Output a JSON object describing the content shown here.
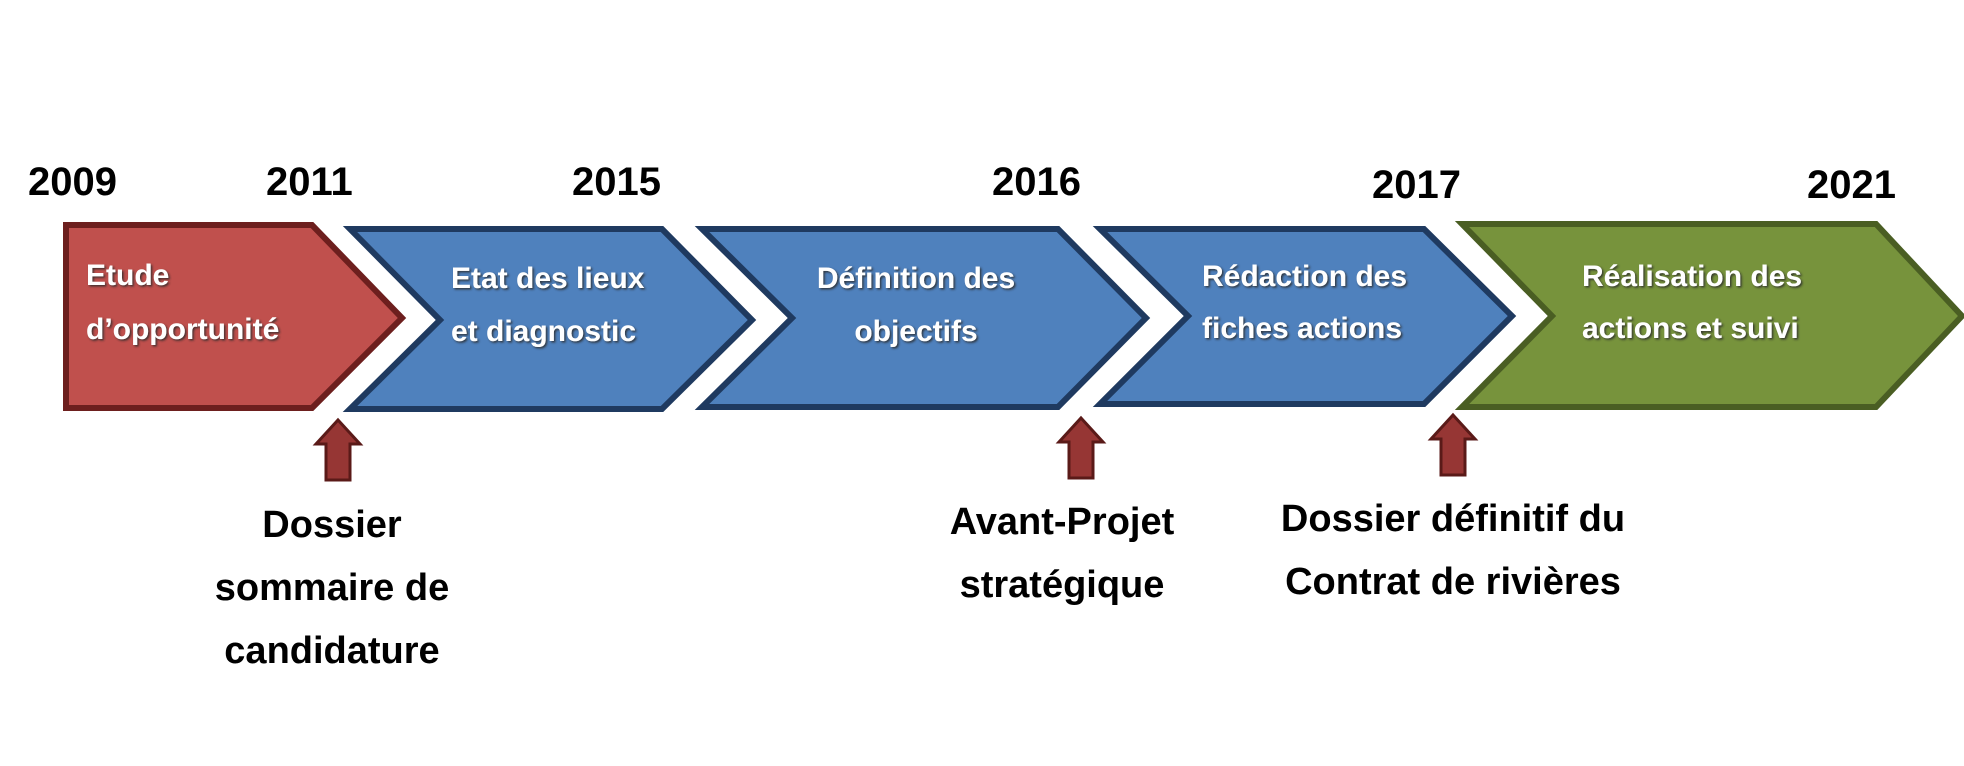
{
  "years": [
    "2009",
    "2011",
    "2015",
    "2016",
    "2017",
    "2021"
  ],
  "steps": [
    {
      "lines": [
        "Etude",
        "d’opportunité"
      ],
      "fill": "#c0504d",
      "stroke": "#6d1f1e"
    },
    {
      "lines": [
        "Etat des lieux",
        "et diagnostic"
      ],
      "fill": "#4f81bd",
      "stroke": "#1f3a60"
    },
    {
      "lines": [
        "Définition des",
        "objectifs"
      ],
      "fill": "#4f81bd",
      "stroke": "#1f3a60"
    },
    {
      "lines": [
        "Rédaction des",
        "fiches actions"
      ],
      "fill": "#4f81bd",
      "stroke": "#1f3a60"
    },
    {
      "lines": [
        "Réalisation des",
        "actions et suivi"
      ],
      "fill": "#77933c",
      "stroke": "#4a5e23"
    }
  ],
  "milestones": [
    {
      "lines": [
        "Dossier",
        "sommaire de",
        "candidature"
      ]
    },
    {
      "lines": [
        "Avant-Projet",
        "stratégique"
      ]
    },
    {
      "lines": [
        "Dossier définitif du",
        "Contrat de rivières"
      ]
    }
  ],
  "colors": {
    "arrow_fill": "#963634",
    "arrow_stroke": "#5a1a18",
    "text_shadow": "#2b2b2b"
  }
}
